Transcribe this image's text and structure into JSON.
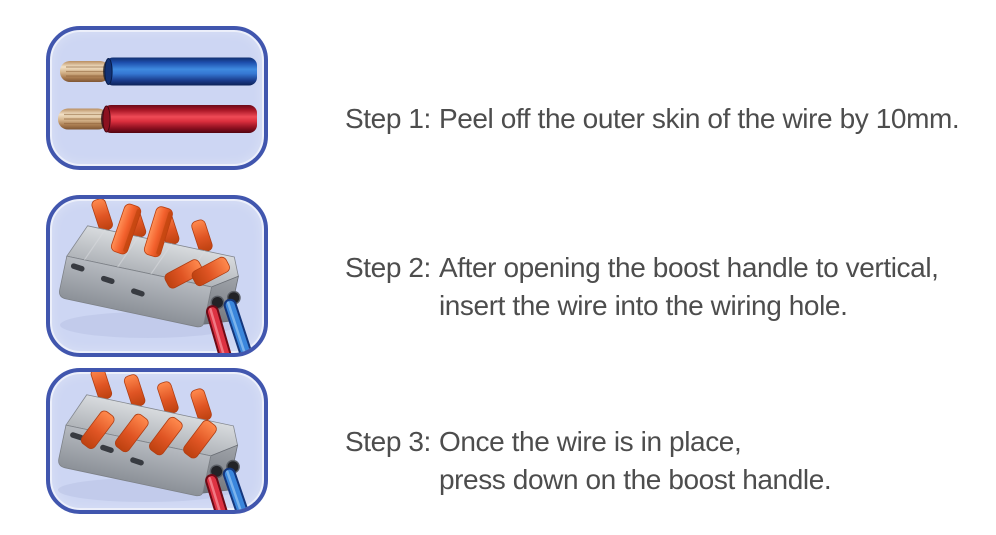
{
  "theme": {
    "page_bg": "#ffffff",
    "panel_bg": "#cdd6f3",
    "panel_border": "#4156ae",
    "text_color": "#4d4d4d",
    "wire_blue": "#3a86dc",
    "wire_red": "#dd3242",
    "lever_orange": "#f4622e",
    "connector_gray": "#a7abb1",
    "copper": "#e9cfae"
  },
  "steps": [
    {
      "label": "Step 1:",
      "lines": [
        "Peel off the outer skin of the wire by 10mm."
      ],
      "illustration": "two stripped wires (blue and red) with bare copper ends"
    },
    {
      "label": "Step 2:",
      "lines": [
        "After opening the boost handle to vertical,",
        "insert the wire into the wiring hole."
      ],
      "illustration": "lever wire connector with orange boost handles raised open, wires entering wiring holes"
    },
    {
      "label": "Step 3:",
      "lines": [
        "Once the wire is in place,",
        "press down on the boost handle."
      ],
      "illustration": "lever wire connector with all orange boost handles pressed down, wires clamped"
    }
  ]
}
